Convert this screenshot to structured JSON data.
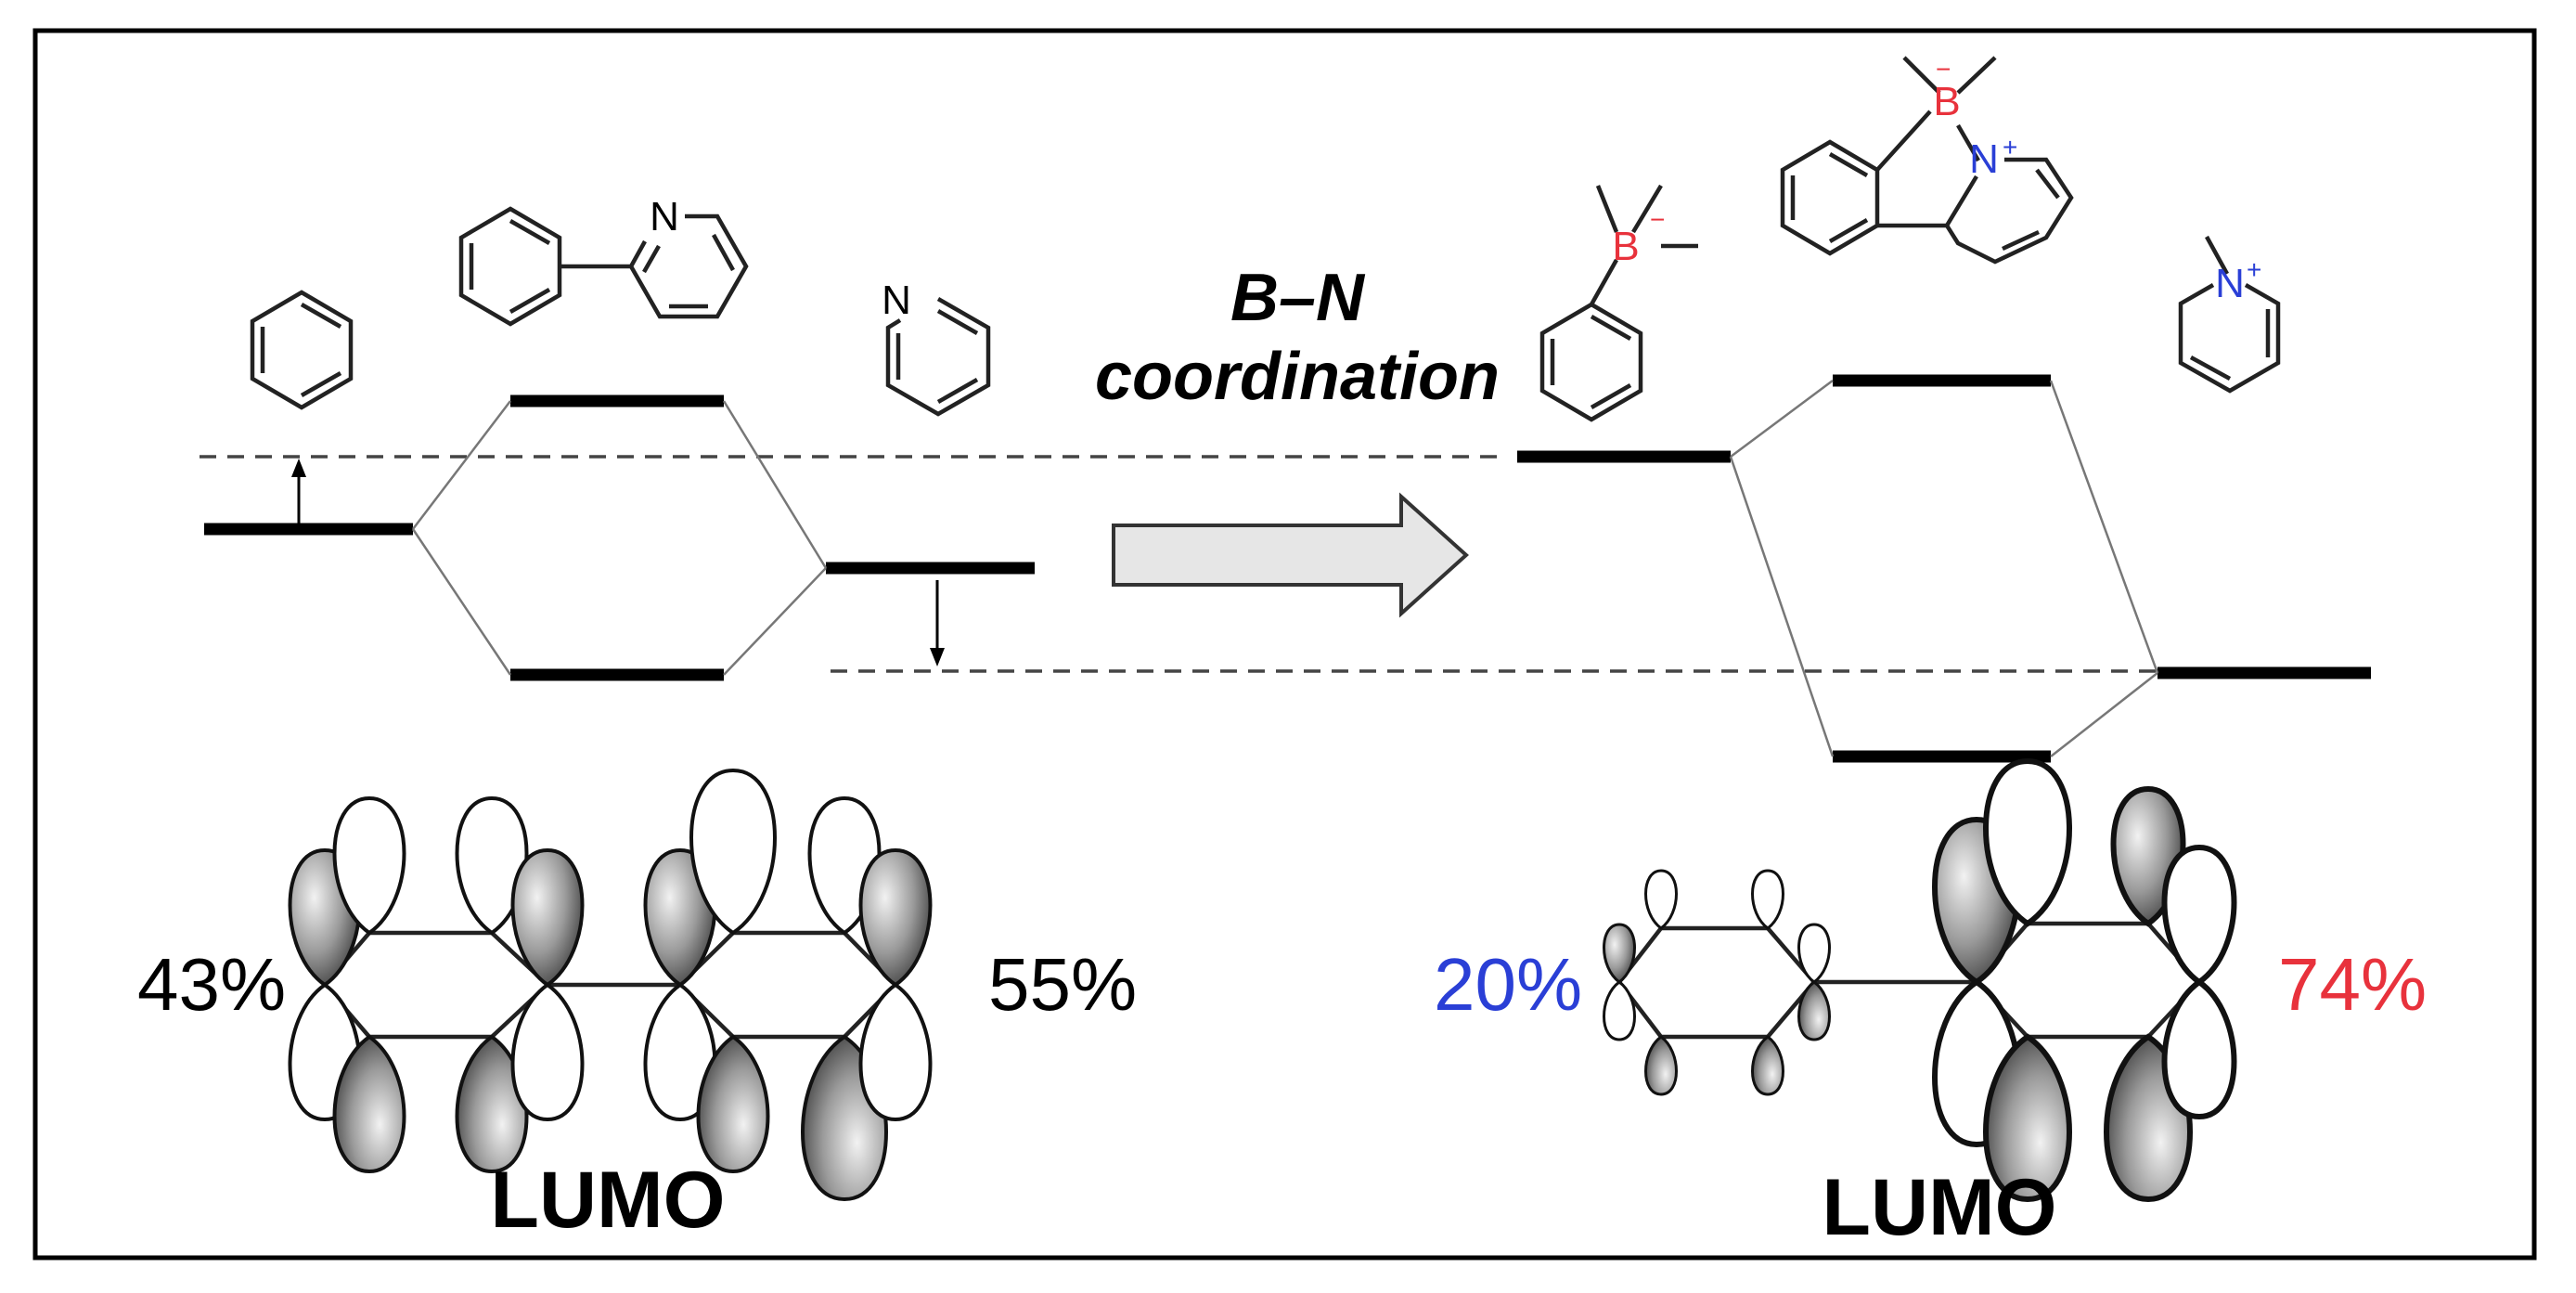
{
  "transition_label": {
    "line1": "B–N",
    "line2": "coordination"
  },
  "atoms": {
    "nitrogen": "N",
    "nitrogen_cation": "N",
    "boron_anion": "B",
    "plus": "+",
    "minus": "−"
  },
  "left_panel": {
    "lumo_label": "LUMO",
    "percent_left": "43%",
    "percent_right": "55%"
  },
  "right_panel": {
    "lumo_label": "LUMO",
    "percent_left": "20%",
    "percent_right": "74%"
  },
  "colors": {
    "percent_blue": "#2a3fd6",
    "percent_red": "#e8323c",
    "boron": "#e8323c",
    "nitrogen_cation": "#2a3fd6",
    "lobe_fill": "#9a9a9a",
    "arrow_fill": "#e6e6e6"
  }
}
